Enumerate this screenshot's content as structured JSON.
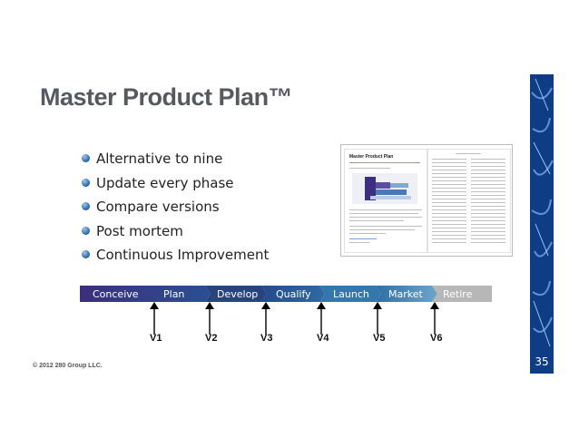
{
  "slide": {
    "title": "Master Product Plan™",
    "bullets": [
      "Alternative to nine",
      "Update every phase",
      "Compare versions",
      "Post mortem",
      "Continuous Improvement"
    ],
    "document_thumbnail": {
      "page_title": "Master Product Plan"
    },
    "phases": [
      "Conceive",
      "Plan",
      "Develop",
      "Qualify",
      "Launch",
      "Market",
      "Retire"
    ],
    "versions": [
      "V1",
      "V2",
      "V3",
      "V4",
      "V5",
      "V6"
    ],
    "copyright": "© 2012 280 Group LLC.",
    "page_number": "35"
  },
  "colors": {
    "title": "#555a60",
    "phase_dark": "#3b2f7d",
    "phase_light": "#6aa6cc",
    "phase_retire": "#b7b7b7",
    "sidebar": "#0f3d85"
  }
}
